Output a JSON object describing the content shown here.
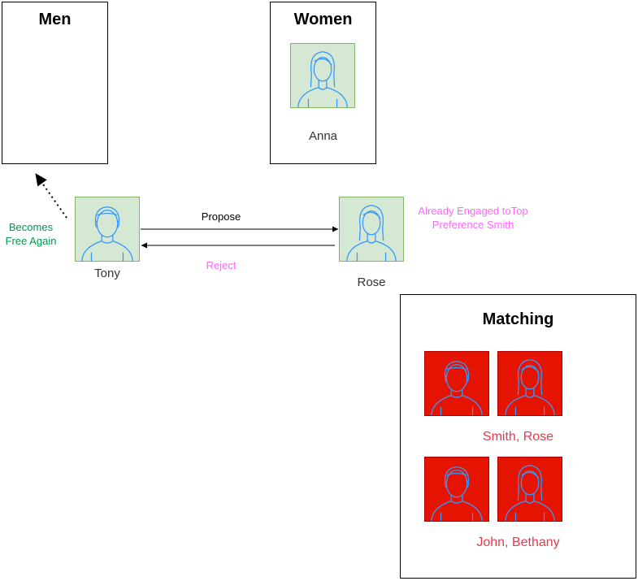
{
  "men_box": {
    "title": "Men"
  },
  "women_box": {
    "title": "Women",
    "members": [
      "Anna"
    ]
  },
  "people": {
    "tony": "Tony",
    "rose": "Rose"
  },
  "edges": {
    "propose": "Propose",
    "reject": "Reject"
  },
  "notes": {
    "becomes_free_line1": "Becomes",
    "becomes_free_line2": "Free Again",
    "already_engaged_line1": "Already Engaged toTop",
    "already_engaged_line2": "Preference Smith"
  },
  "matching_box": {
    "title": "Matching",
    "pairs": [
      "Smith, Rose",
      "John, Bethany"
    ]
  },
  "colors": {
    "avatar_green_fill": "#d5e8d4",
    "avatar_red_fill": "#e51400",
    "icon_stroke": "#3399ff",
    "note_green": "#00994d",
    "note_pink": "#ff66ff",
    "pair_text": "#e5394d"
  }
}
